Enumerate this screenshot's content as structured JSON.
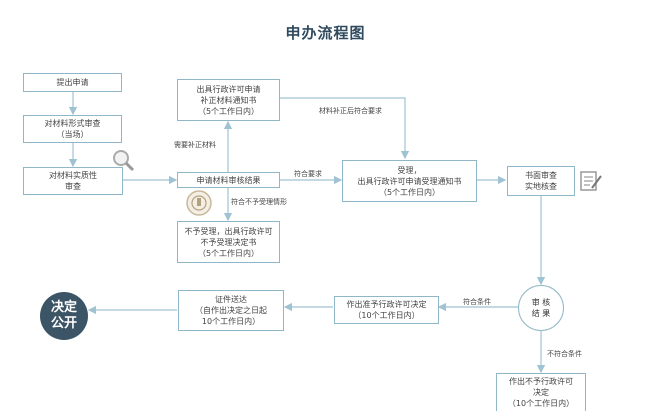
{
  "title": "申办流程图",
  "nodes": {
    "submit": [
      "提出申请"
    ],
    "formal_review": [
      "对材料形式审查",
      "（当场）"
    ],
    "substantive_review": [
      "对材料实质性",
      "审查"
    ],
    "supplement_notice": [
      "出具行政许可申请",
      "补正材料通知书",
      "（5个工作日内）"
    ],
    "review_result": [
      "申请材料审核结果"
    ],
    "reject_notice": [
      "不予受理，出具行政许可",
      "不予受理决定书",
      "（5个工作日内）"
    ],
    "accept_notice": [
      "受理，",
      "出具行政许可申请受理通知书",
      "（5个工作日内）"
    ],
    "written_check": [
      "书面审查",
      "实地核查"
    ],
    "review_circle": [
      "审 核",
      "结 果"
    ],
    "approve": [
      "作出准予行政许可决定",
      "（10个工作日内）"
    ],
    "certificate": [
      "证件送达",
      "（自作出决定之日起",
      "10个工作日内）"
    ],
    "disclose": [
      "决定",
      "公开"
    ],
    "deny": [
      "作出不予行政许可",
      "决定",
      "（10个工作日内）"
    ]
  },
  "labels": {
    "need_supplement": "需要补正材料",
    "supplement_ok": "材料补正后符合要求",
    "meets": "符合要求",
    "not_accepted": "符合不予受理情形",
    "qualified": "符合条件",
    "unqualified": "不符合条件"
  },
  "colors": {
    "line": "#8fb7c8",
    "arrow": "#9fc3d3",
    "dark": "#3b5566"
  },
  "icons": [
    "magnifier-icon",
    "stamp-icon",
    "document-edit-icon"
  ]
}
